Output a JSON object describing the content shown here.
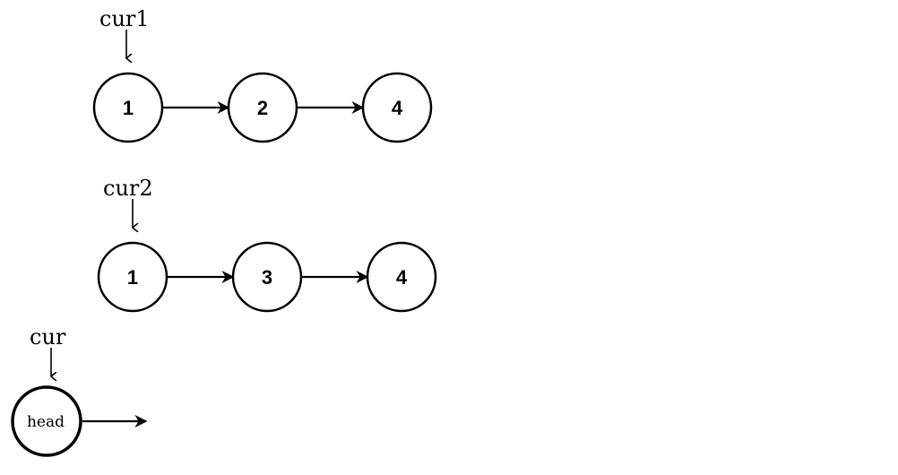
{
  "diagram": {
    "list1": {
      "pointer": "cur1",
      "nodes": [
        "1",
        "2",
        "4"
      ]
    },
    "list2": {
      "pointer": "cur2",
      "nodes": [
        "1",
        "3",
        "4"
      ]
    },
    "result": {
      "pointer": "cur",
      "head": "head"
    }
  }
}
